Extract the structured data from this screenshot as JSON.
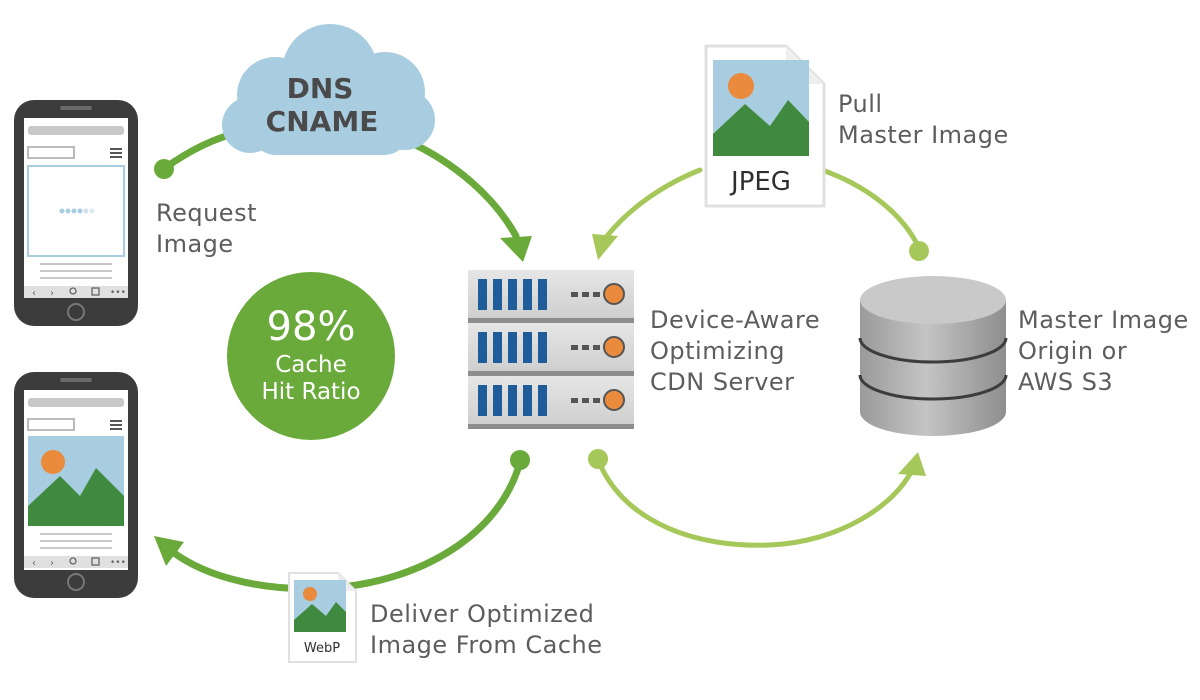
{
  "cloud": {
    "line1": "DNS",
    "line2": "CNAME"
  },
  "labels": {
    "request": "Request\nImage",
    "pull": "Pull\nMaster Image",
    "server": "Device-Aware\nOptimizing\nCDN Server",
    "origin": "Master Image\nOrigin or\nAWS S3",
    "deliver": "Deliver Optimized\nImage From Cache"
  },
  "stat": {
    "value": "98%",
    "line1": "Cache",
    "line2": "Hit Ratio"
  },
  "files": {
    "master": "JPEG",
    "delivered": "WebP"
  },
  "colors": {
    "dark_green": "#6aaa3a",
    "light_green": "#a6c85a",
    "cloud": "#a9cde0",
    "server_blue": "#1f5c9a",
    "server_orange": "#e98a3c",
    "phone_dark": "#3c3c3c",
    "text": "#5d5d5d",
    "db_gray": "#a3a3a3"
  }
}
